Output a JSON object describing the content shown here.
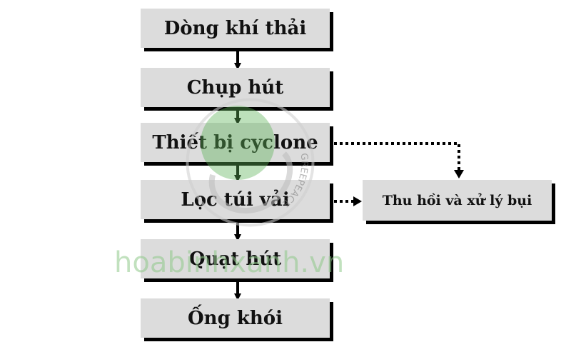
{
  "diagram": {
    "steps": [
      "Dòng khí thải",
      "Chụp hút",
      "Thiết bị cyclone",
      "Lọc túi vải",
      "Quạt hút",
      "Ống khói"
    ],
    "side_box": "Thu hồi và xử lý bụi"
  },
  "watermark": {
    "site": "hoabinhxanh.vn",
    "seal_text": "GREEPEACE"
  },
  "colors": {
    "box_fill": "#dcdcdc",
    "shadow": "#000000",
    "arrow": "#000000",
    "watermark_green": "#6fbf6a"
  }
}
